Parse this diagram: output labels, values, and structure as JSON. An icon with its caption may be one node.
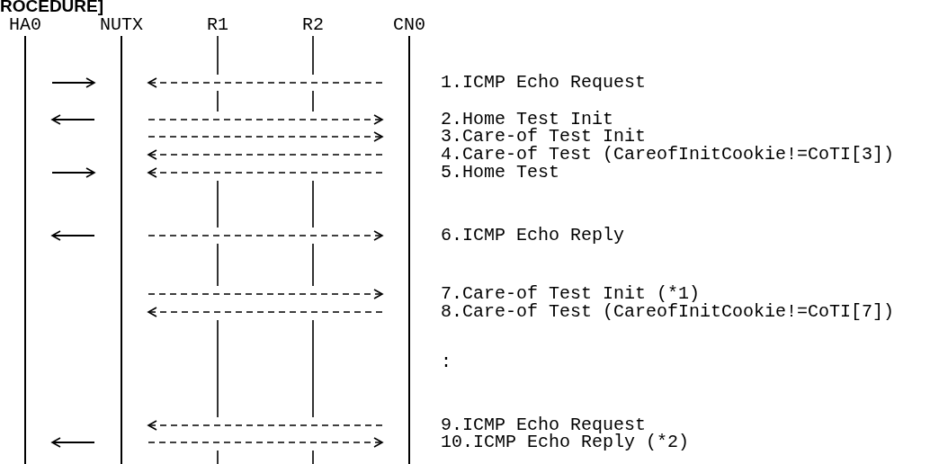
{
  "diagram": {
    "title": "ROCEDURE]",
    "nodes": [
      {
        "text": [
          "HA0"
        ]
      },
      {
        "text": [
          "NUTX"
        ]
      },
      {
        "text": [
          "R1"
        ]
      },
      {
        "text": [
          "R2"
        ]
      },
      {
        "text": [
          "CN0"
        ]
      }
    ],
    "edges": [
      {
        "from": 0,
        "to": 1,
        "arrow": "to"
      },
      {
        "from": 4,
        "to": 1,
        "arrow": "to",
        "style": "dashed"
      },
      {
        "from": 1,
        "to": 0,
        "arrow": "to"
      },
      {
        "from": 1,
        "to": 4,
        "arrow": "to",
        "style": "dashed"
      },
      {
        "from": 1,
        "to": 4,
        "arrow": "to",
        "style": "dashed"
      },
      {
        "from": 4,
        "to": 1,
        "arrow": "to",
        "style": "dashed"
      },
      {
        "from": 0,
        "to": 1,
        "arrow": "to"
      },
      {
        "from": 4,
        "to": 1,
        "arrow": "to",
        "style": "dashed"
      },
      {
        "from": 1,
        "to": 0,
        "arrow": "to"
      },
      {
        "from": 1,
        "to": 4,
        "arrow": "to",
        "style": "dashed"
      },
      {
        "from": 1,
        "to": 4,
        "arrow": "to",
        "style": "dashed"
      },
      {
        "from": 4,
        "to": 1,
        "arrow": "to",
        "style": "dashed"
      },
      {
        "from": 4,
        "to": 1,
        "arrow": "to",
        "style": "dashed"
      },
      {
        "from": 1,
        "to": 0,
        "arrow": "to"
      },
      {
        "from": 1,
        "to": 4,
        "arrow": "to",
        "style": "dashed"
      }
    ],
    "labels": [
      "1.ICMP Echo Request",
      "2.Home Test Init",
      "3.Care-of Test Init",
      "4.Care-of Test (CareofInitCookie!=CoTI[3])",
      "5.Home Test",
      "6.ICMP Echo Reply",
      "7.Care-of Test Init (*1)",
      "8.Care-of Test (CareofInitCookie!=CoTI[7])",
      ":",
      "9.ICMP Echo Request",
      "10.ICMP Echo Reply (*2)"
    ]
  }
}
